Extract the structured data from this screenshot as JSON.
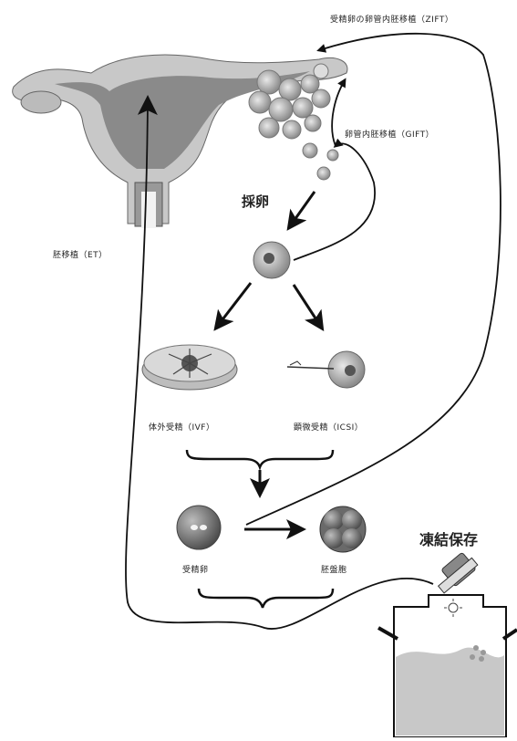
{
  "labels": {
    "zift": "受精卵の卵管内胚移植（ZIFT）",
    "gift": "卵管内胚移植（GIFT）",
    "retrieval": "採卵",
    "et": "胚移植（ET）",
    "ivf": "体外受精（IVF）",
    "icsi": "顕微受精（ICSI）",
    "fertilized_egg": "受精卵",
    "embryo": "胚盤胞",
    "cryo": "凍結保存"
  },
  "colors": {
    "ink": "#111111",
    "tissue_dark": "#8a8a8a",
    "tissue_light": "#c8c8c8",
    "egg": "#9a9a9a"
  }
}
